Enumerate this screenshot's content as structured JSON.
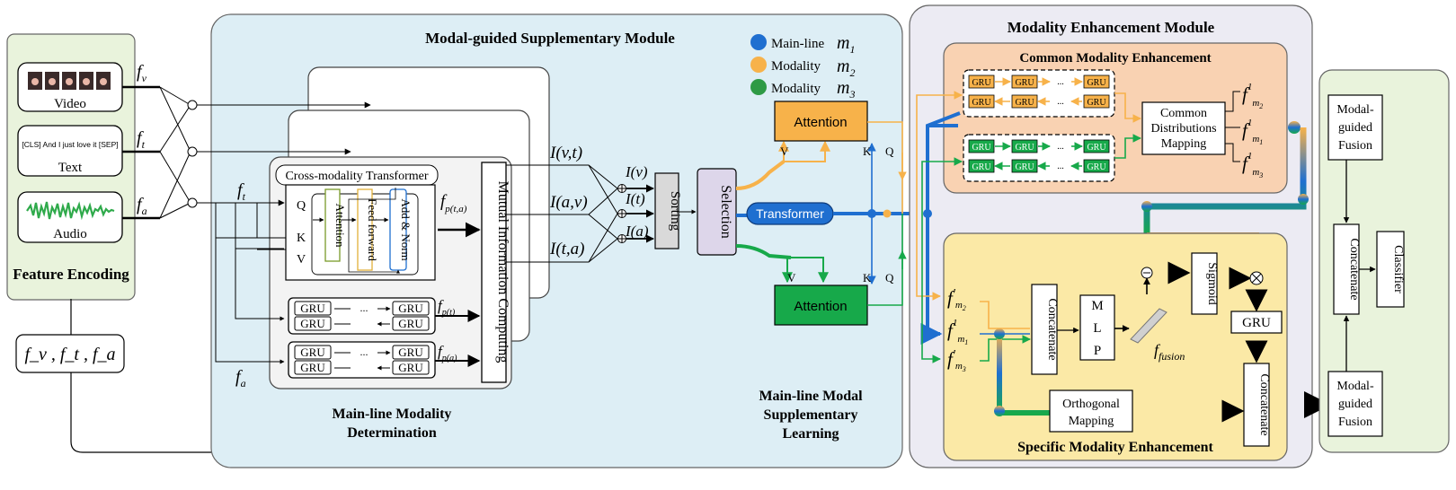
{
  "modules": {
    "feature_encoding": "Feature Encoding",
    "msm": "Modal-guided Supplementary Module",
    "mem": "Modality Enhancement Module",
    "cme": "Common Modality Enhancement",
    "sme": "Specific Modality Enhancement",
    "mlmd": [
      "Main-line Modality",
      "Determination"
    ],
    "mlmsl": [
      "Main-line Modal",
      "Supplementary",
      "Learning"
    ]
  },
  "legend": [
    {
      "label": "Main-line",
      "sym": "m",
      "sub": "1",
      "color": "#1f6fd0"
    },
    {
      "label": "Modality",
      "sym": "m",
      "sub": "2",
      "color": "#f7b24a"
    },
    {
      "label": "Modality",
      "sym": "m",
      "sub": "3",
      "color": "#2e9a45"
    }
  ],
  "inputs": {
    "video": "Video",
    "text_sample": "[CLS] And I just love it [SEP]",
    "text": "Text",
    "audio": "Audio",
    "feature_set": "f_v , f_t , f_a"
  },
  "cross_transformer": {
    "title": "Cross-modality Transformer",
    "q": "Q",
    "k": "K",
    "v": "V",
    "attention": "Attention",
    "feed_forward": "Feed forward",
    "add_norm": "Add & Norm"
  },
  "gru": "GRU",
  "ellipsis": "...",
  "mi_computing": "Mutual Information Computing",
  "mi_labels": [
    "I(v,t)",
    "I(a,v)",
    "I(t,a)"
  ],
  "i_labels": [
    "I(v)",
    "I(t)",
    "I(a)"
  ],
  "sorting": "Sorting",
  "selection": "Selection",
  "transformer": "Transformer",
  "attention_label": "Attention",
  "vkq": {
    "v": "V",
    "k": "K",
    "q": "Q"
  },
  "common_mapping": [
    "Common",
    "Distributions",
    "Mapping"
  ],
  "concatenate": "Concatenate",
  "mlp": "M L P",
  "sigmoid": "Sigmoid",
  "orthogonal": [
    "Orthogonal",
    "Mapping"
  ],
  "modal_fusion": [
    "Modal-",
    "guided",
    "Fusion"
  ],
  "classifier": "Classifier",
  "f_fusion": "fusion",
  "colors": {
    "msm_bg": "#ddeef5",
    "mem_bg": "#ecebf3",
    "cme_bg": "#f9d2b2",
    "sme_bg": "#fbe9a6",
    "fe_bg": "#e9f3dc",
    "orange": "#f7b24a",
    "green": "#17a94a",
    "blue": "#1f6fd0",
    "selection_bg": "#ddd6ea",
    "sorting_bg": "#d9d9d9"
  }
}
